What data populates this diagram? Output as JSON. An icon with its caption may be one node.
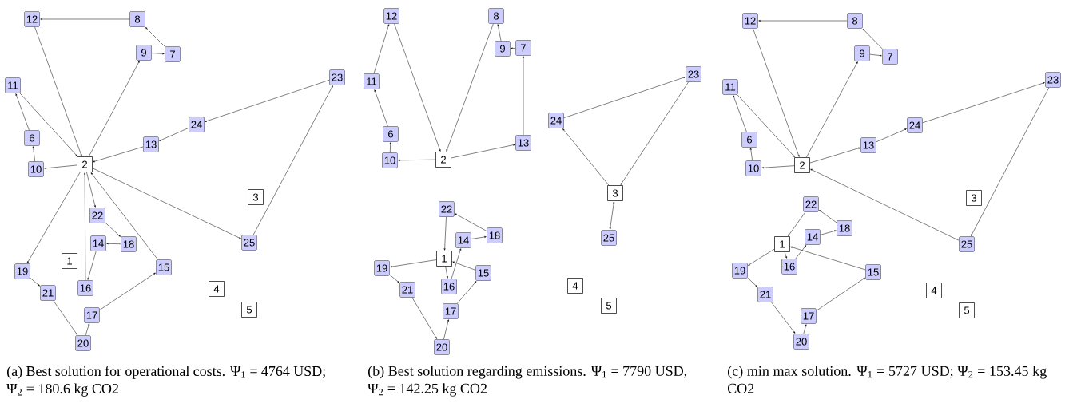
{
  "diagram": {
    "nodes": [
      {
        "text": [
          "1"
        ]
      },
      {
        "text": [
          "2"
        ]
      },
      {
        "text": [
          "3"
        ]
      },
      {
        "text": [
          "4"
        ]
      },
      {
        "text": [
          "5"
        ]
      },
      {
        "text": [
          "6"
        ]
      },
      {
        "text": [
          "7"
        ]
      },
      {
        "text": [
          "8"
        ]
      },
      {
        "text": [
          "9"
        ]
      },
      {
        "text": [
          "10"
        ]
      },
      {
        "text": [
          "11"
        ]
      },
      {
        "text": [
          "12"
        ]
      },
      {
        "text": [
          "13"
        ]
      },
      {
        "text": [
          "14"
        ]
      },
      {
        "text": [
          "15"
        ]
      },
      {
        "text": [
          "16"
        ]
      },
      {
        "text": [
          "17"
        ]
      },
      {
        "text": [
          "18"
        ]
      },
      {
        "text": [
          "19"
        ]
      },
      {
        "text": [
          "20"
        ]
      },
      {
        "text": [
          "21"
        ]
      },
      {
        "text": [
          "22"
        ]
      },
      {
        "text": [
          "23"
        ]
      },
      {
        "text": [
          "24"
        ]
      },
      {
        "text": [
          "25"
        ]
      },
      {
        "text": [
          "1"
        ]
      },
      {
        "text": [
          "2"
        ]
      },
      {
        "text": [
          "3"
        ]
      },
      {
        "text": [
          "4"
        ]
      },
      {
        "text": [
          "5"
        ]
      },
      {
        "text": [
          "6"
        ]
      },
      {
        "text": [
          "7"
        ]
      },
      {
        "text": [
          "8"
        ]
      },
      {
        "text": [
          "9"
        ]
      },
      {
        "text": [
          "10"
        ]
      },
      {
        "text": [
          "11"
        ]
      },
      {
        "text": [
          "12"
        ]
      },
      {
        "text": [
          "13"
        ]
      },
      {
        "text": [
          "14"
        ]
      },
      {
        "text": [
          "15"
        ]
      },
      {
        "text": [
          "16"
        ]
      },
      {
        "text": [
          "17"
        ]
      },
      {
        "text": [
          "18"
        ]
      },
      {
        "text": [
          "19"
        ]
      },
      {
        "text": [
          "20"
        ]
      },
      {
        "text": [
          "21"
        ]
      },
      {
        "text": [
          "22"
        ]
      },
      {
        "text": [
          "23"
        ]
      },
      {
        "text": [
          "24"
        ]
      },
      {
        "text": [
          "25"
        ]
      },
      {
        "text": [
          "1"
        ]
      },
      {
        "text": [
          "2"
        ]
      },
      {
        "text": [
          "3"
        ]
      },
      {
        "text": [
          "4"
        ]
      },
      {
        "text": [
          "5"
        ]
      },
      {
        "text": [
          "6"
        ]
      },
      {
        "text": [
          "7"
        ]
      },
      {
        "text": [
          "8"
        ]
      },
      {
        "text": [
          "9"
        ]
      },
      {
        "text": [
          "10"
        ]
      },
      {
        "text": [
          "11"
        ]
      },
      {
        "text": [
          "12"
        ]
      },
      {
        "text": [
          "13"
        ]
      },
      {
        "text": [
          "14"
        ]
      },
      {
        "text": [
          "15"
        ]
      },
      {
        "text": [
          "16"
        ]
      },
      {
        "text": [
          "17"
        ]
      },
      {
        "text": [
          "18"
        ]
      },
      {
        "text": [
          "19"
        ]
      },
      {
        "text": [
          "20"
        ]
      },
      {
        "text": [
          "21"
        ]
      },
      {
        "text": [
          "22"
        ]
      },
      {
        "text": [
          "23"
        ]
      },
      {
        "text": [
          "24"
        ]
      },
      {
        "text": [
          "25"
        ]
      }
    ],
    "edges": [
      {
        "from": 1,
        "to": 8,
        "arrow": "to"
      },
      {
        "from": 8,
        "to": 6,
        "arrow": "to"
      },
      {
        "from": 6,
        "to": 7,
        "arrow": "to"
      },
      {
        "from": 7,
        "to": 11,
        "arrow": "to"
      },
      {
        "from": 11,
        "to": 1,
        "arrow": "to"
      },
      {
        "from": 1,
        "to": 9,
        "arrow": "to"
      },
      {
        "from": 9,
        "to": 5,
        "arrow": "to"
      },
      {
        "from": 5,
        "to": 10,
        "arrow": "to"
      },
      {
        "from": 10,
        "to": 1,
        "arrow": "to"
      },
      {
        "from": 1,
        "to": 24,
        "arrow": "to"
      },
      {
        "from": 24,
        "to": 22,
        "arrow": "to"
      },
      {
        "from": 22,
        "to": 23,
        "arrow": "to"
      },
      {
        "from": 23,
        "to": 12,
        "arrow": "to"
      },
      {
        "from": 12,
        "to": 1,
        "arrow": "to"
      },
      {
        "from": 1,
        "to": 21,
        "arrow": "to"
      },
      {
        "from": 21,
        "to": 17,
        "arrow": "to"
      },
      {
        "from": 17,
        "to": 13,
        "arrow": "to"
      },
      {
        "from": 13,
        "to": 15,
        "arrow": "to"
      },
      {
        "from": 15,
        "to": 1,
        "arrow": "to"
      },
      {
        "from": 1,
        "to": 18,
        "arrow": "to"
      },
      {
        "from": 18,
        "to": 20,
        "arrow": "to"
      },
      {
        "from": 20,
        "to": 19,
        "arrow": "to"
      },
      {
        "from": 19,
        "to": 16,
        "arrow": "to"
      },
      {
        "from": 16,
        "to": 14,
        "arrow": "to"
      },
      {
        "from": 14,
        "to": 1,
        "arrow": "to"
      },
      {
        "from": 26,
        "to": 34,
        "arrow": "to"
      },
      {
        "from": 34,
        "to": 30,
        "arrow": "to"
      },
      {
        "from": 30,
        "to": 35,
        "arrow": "to"
      },
      {
        "from": 35,
        "to": 36,
        "arrow": "to"
      },
      {
        "from": 36,
        "to": 26,
        "arrow": "to"
      },
      {
        "from": 26,
        "to": 37,
        "arrow": "to"
      },
      {
        "from": 37,
        "to": 31,
        "arrow": "to"
      },
      {
        "from": 31,
        "to": 33,
        "arrow": "to"
      },
      {
        "from": 33,
        "to": 32,
        "arrow": "to"
      },
      {
        "from": 32,
        "to": 26,
        "arrow": "to"
      },
      {
        "from": 27,
        "to": 48,
        "arrow": "to"
      },
      {
        "from": 48,
        "to": 47,
        "arrow": "to"
      },
      {
        "from": 47,
        "to": 27,
        "arrow": "to"
      },
      {
        "from": 27,
        "to": 49,
        "arrow": "both"
      },
      {
        "from": 46,
        "to": 25,
        "arrow": "to"
      },
      {
        "from": 25,
        "to": 40,
        "arrow": "to"
      },
      {
        "from": 40,
        "to": 38,
        "arrow": "to"
      },
      {
        "from": 38,
        "to": 42,
        "arrow": "to"
      },
      {
        "from": 42,
        "to": 46,
        "arrow": "to"
      },
      {
        "from": 25,
        "to": 43,
        "arrow": "to"
      },
      {
        "from": 43,
        "to": 45,
        "arrow": "to"
      },
      {
        "from": 45,
        "to": 44,
        "arrow": "to"
      },
      {
        "from": 44,
        "to": 41,
        "arrow": "to"
      },
      {
        "from": 41,
        "to": 39,
        "arrow": "to"
      },
      {
        "from": 39,
        "to": 25,
        "arrow": "to"
      },
      {
        "from": 51,
        "to": 58,
        "arrow": "to"
      },
      {
        "from": 58,
        "to": 56,
        "arrow": "to"
      },
      {
        "from": 56,
        "to": 57,
        "arrow": "to"
      },
      {
        "from": 57,
        "to": 61,
        "arrow": "to"
      },
      {
        "from": 61,
        "to": 51,
        "arrow": "to"
      },
      {
        "from": 51,
        "to": 59,
        "arrow": "to"
      },
      {
        "from": 59,
        "to": 55,
        "arrow": "to"
      },
      {
        "from": 55,
        "to": 60,
        "arrow": "to"
      },
      {
        "from": 60,
        "to": 51,
        "arrow": "to"
      },
      {
        "from": 51,
        "to": 62,
        "arrow": "to"
      },
      {
        "from": 62,
        "to": 73,
        "arrow": "to"
      },
      {
        "from": 73,
        "to": 72,
        "arrow": "to"
      },
      {
        "from": 72,
        "to": 74,
        "arrow": "to"
      },
      {
        "from": 74,
        "to": 51,
        "arrow": "to"
      },
      {
        "from": 71,
        "to": 50,
        "arrow": "to"
      },
      {
        "from": 50,
        "to": 65,
        "arrow": "to"
      },
      {
        "from": 65,
        "to": 63,
        "arrow": "to"
      },
      {
        "from": 63,
        "to": 67,
        "arrow": "to"
      },
      {
        "from": 67,
        "to": 71,
        "arrow": "to"
      },
      {
        "from": 50,
        "to": 68,
        "arrow": "to"
      },
      {
        "from": 68,
        "to": 70,
        "arrow": "to"
      },
      {
        "from": 70,
        "to": 69,
        "arrow": "to"
      },
      {
        "from": 69,
        "to": 66,
        "arrow": "to"
      },
      {
        "from": 66,
        "to": 64,
        "arrow": "to"
      },
      {
        "from": 64,
        "to": 50,
        "arrow": "to"
      }
    ],
    "labels": [
      "(a) Best solution for operational costs. Ψ$_{1}$ = 4764 USD; Ψ$_{2}$ = 180.6 kg CO2",
      "(b) Best solution regarding emissions. Ψ$_{1}$ = 7790 USD, Ψ$_{2}$ = 142.25 kg CO2",
      "(c) min max solution. Ψ$_{1}$ = 5727 USD; Ψ$_{2}$ = 153.45 kg CO2"
    ]
  }
}
